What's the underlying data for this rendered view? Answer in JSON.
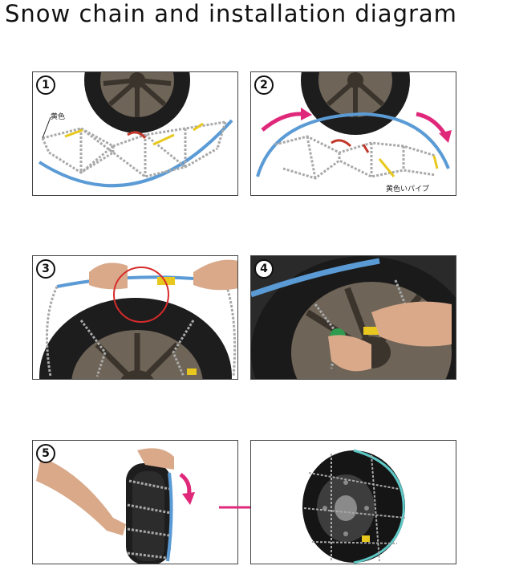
{
  "title": "Snow chain and installation diagram",
  "steps": [
    {
      "number": "1",
      "label": "黄色"
    },
    {
      "number": "2",
      "label": "黄色いパイプ"
    },
    {
      "number": "3"
    },
    {
      "number": "4"
    },
    {
      "number": "5"
    }
  ],
  "colors": {
    "chain": "#a9a9a9",
    "cable": "#5b9bd5",
    "arrow": "#e0287a",
    "yellow": "#e8c81e",
    "tire": "#1d1d1d",
    "rim": "#6e6457"
  },
  "icons": [
    "circled-number",
    "curved-arrow",
    "right-arrow"
  ]
}
